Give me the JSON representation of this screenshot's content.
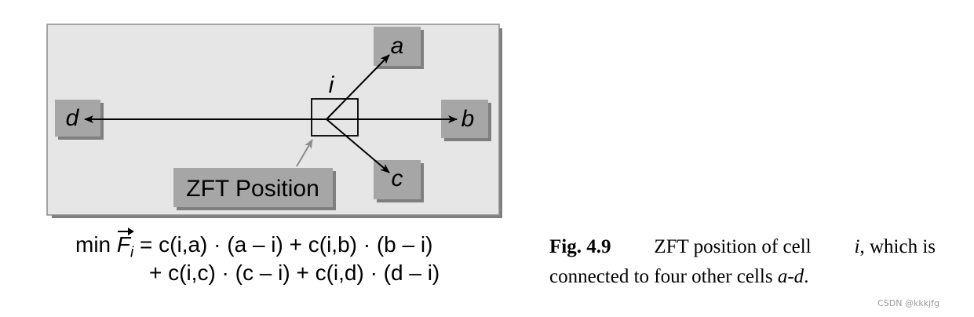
{
  "diagram": {
    "cells": {
      "a": "a",
      "b": "b",
      "c": "c",
      "d": "d",
      "i": "i"
    },
    "zft_label": "ZFT Position",
    "colors": {
      "panel": "#e6e6e6",
      "cell": "#a6a6a6",
      "cell_shadow": "#7f7f7f",
      "pointer": "#8c8c8c"
    }
  },
  "equation": {
    "line1": {
      "prefix": "min",
      "lhs_var": "F",
      "lhs_sub": "i",
      "term1": "= c(i,a) · (a – i) + c(i,b) · (b – i)"
    },
    "line2": "+ c(i,c) · (c – i) + c(i,d) · (d – i)"
  },
  "caption": {
    "label": "Fig. 4.9",
    "text_part1": "ZFT position of cell",
    "cell": "i",
    "text_part2": ", which is",
    "text_part3": "connected to four other cells",
    "range": "a-d",
    "end": "."
  },
  "watermark": "CSDN @kkkjfg"
}
